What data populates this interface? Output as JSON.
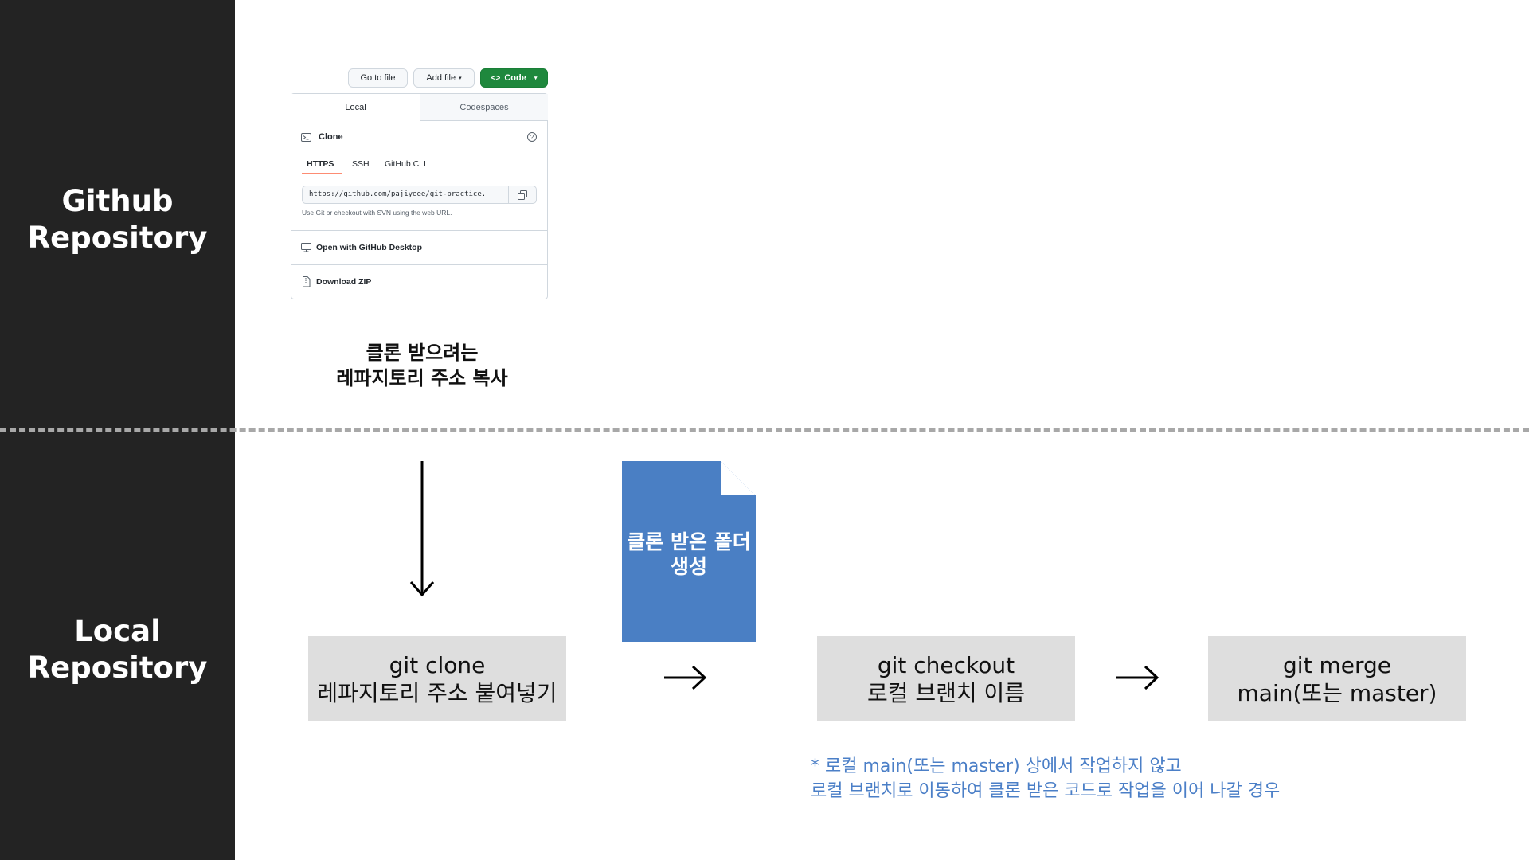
{
  "sidebar": {
    "top_label": [
      "Github",
      "Repository"
    ],
    "bottom_label": [
      "Local",
      "Repository"
    ]
  },
  "github_panel": {
    "buttons": {
      "go_to_file": "Go to file",
      "add_file": "Add file",
      "code": "Code"
    },
    "tabs": {
      "local": "Local",
      "codespaces": "Codespaces"
    },
    "clone_title": "Clone",
    "protocols": {
      "https": "HTTPS",
      "ssh": "SSH",
      "cli": "GitHub CLI"
    },
    "url": "https://github.com/pajiyeee/git-practice.",
    "hint": "Use Git or checkout with SVN using the web URL.",
    "open_desktop": "Open with GitHub Desktop",
    "download_zip": "Download ZIP"
  },
  "caption": [
    "클론 받으려는",
    "레파지토리 주소 복사"
  ],
  "steps": [
    {
      "line1": "git clone",
      "line2": "레파지토리 주소 붙여넣기"
    },
    {
      "line1": "git checkout",
      "line2": "로컬 브랜치 이름"
    },
    {
      "line1": "git merge",
      "line2": "main(또는 master)"
    }
  ],
  "folder": [
    "클론 받은 폴더",
    "생성"
  ],
  "note": [
    "* 로컬 main(또는 master) 상에서 작업하지 않고",
    "로컬 브랜치로 이동하여 클론 받은 코드로 작업을 이어 나갈 경우"
  ],
  "colors": {
    "sidebar": "#232323",
    "file": "#4a7fc4",
    "box": "#dedede",
    "note": "#4b7fc7",
    "code_button": "#1f883d"
  }
}
